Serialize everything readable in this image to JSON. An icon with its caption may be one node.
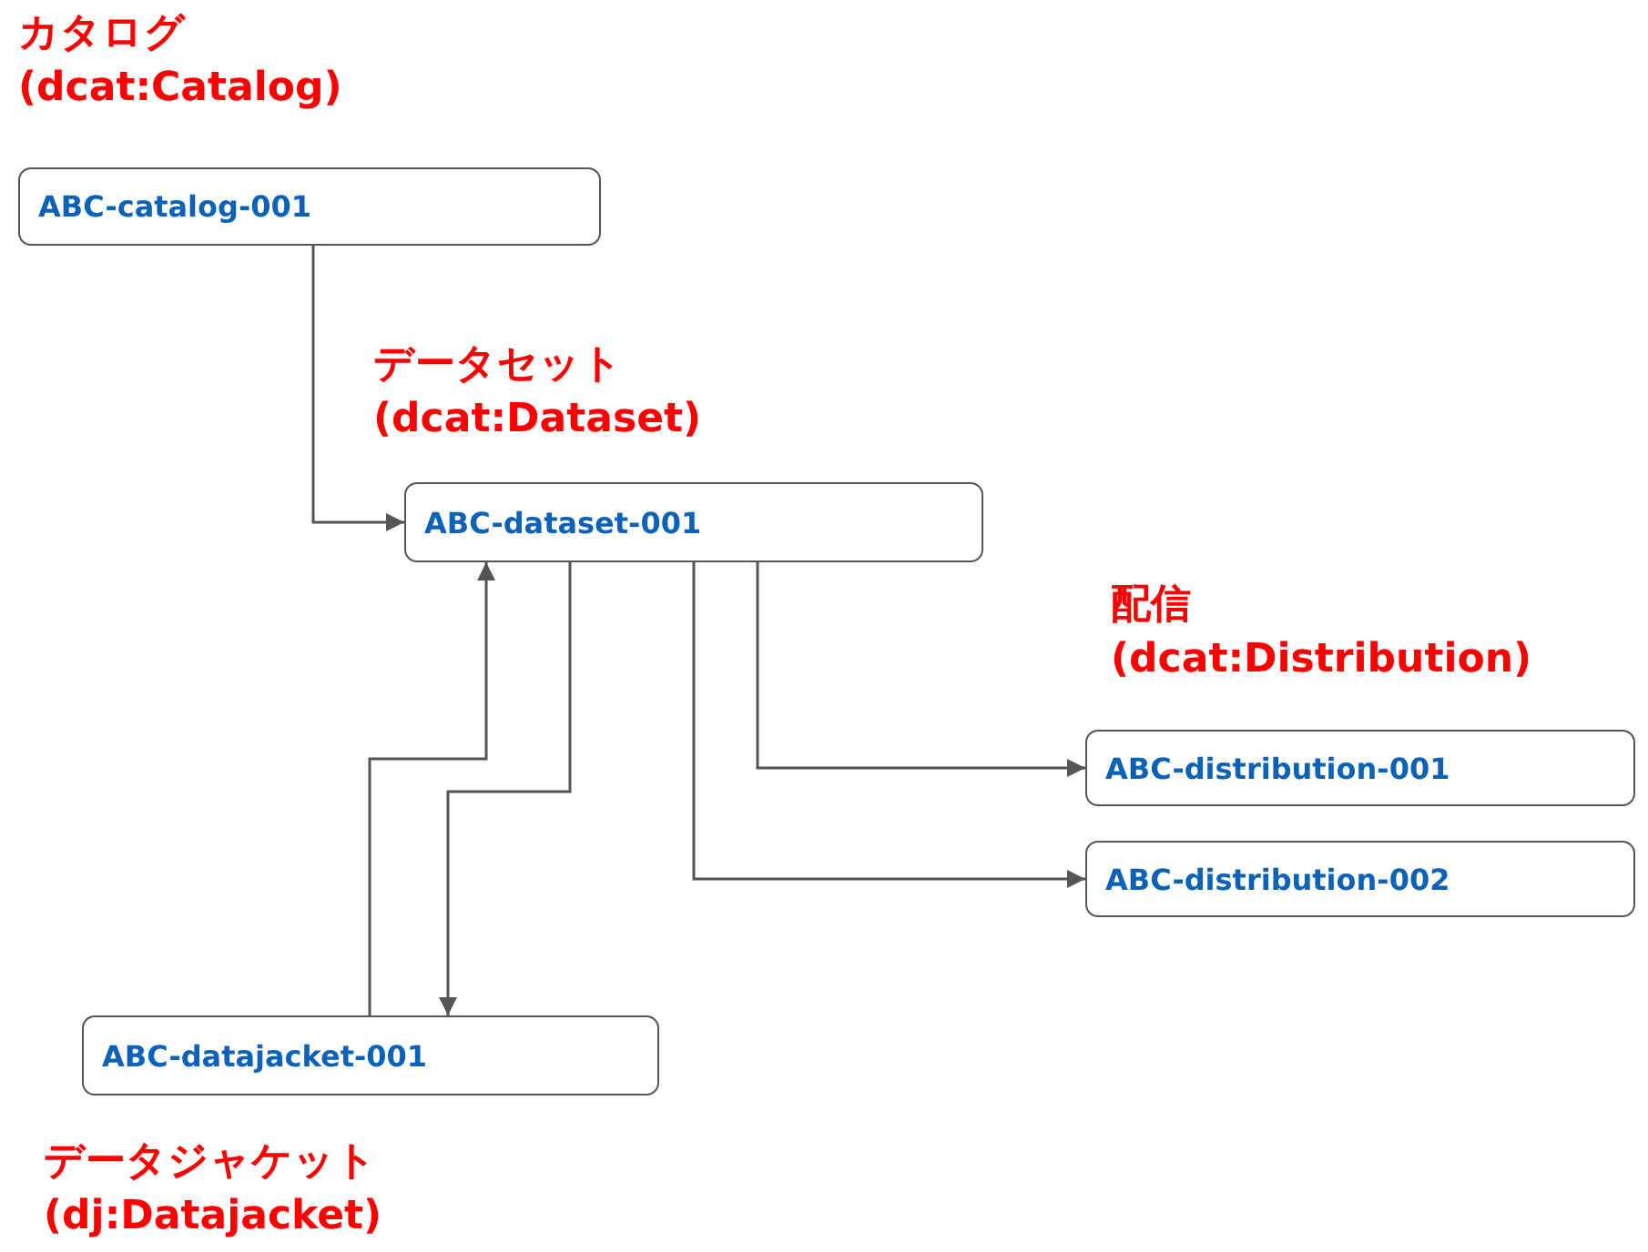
{
  "diagram": {
    "nodes": [
      {
        "text": [
          "カタログ (dcat:Catalog)",
          "ABC-catalog-001"
        ]
      },
      {
        "text": [
          "データセット (dcat:Dataset)",
          "ABC-dataset-001"
        ]
      },
      {
        "text": [
          "配信 (dcat:Distribution)",
          "ABC-distribution-001"
        ]
      },
      {
        "text": [
          "ABC-distribution-002"
        ]
      },
      {
        "text": [
          "ABC-datajacket-001",
          "データジャケット (dj:Datajacket)"
        ]
      }
    ],
    "edges": [
      {
        "from": 0,
        "to": 1,
        "arrow": "to"
      },
      {
        "from": 1,
        "to": 2,
        "arrow": "to"
      },
      {
        "from": 1,
        "to": 3,
        "arrow": "to"
      },
      {
        "from": 1,
        "to": 4,
        "arrow": "to"
      },
      {
        "from": 4,
        "to": 1,
        "arrow": "to"
      }
    ]
  }
}
